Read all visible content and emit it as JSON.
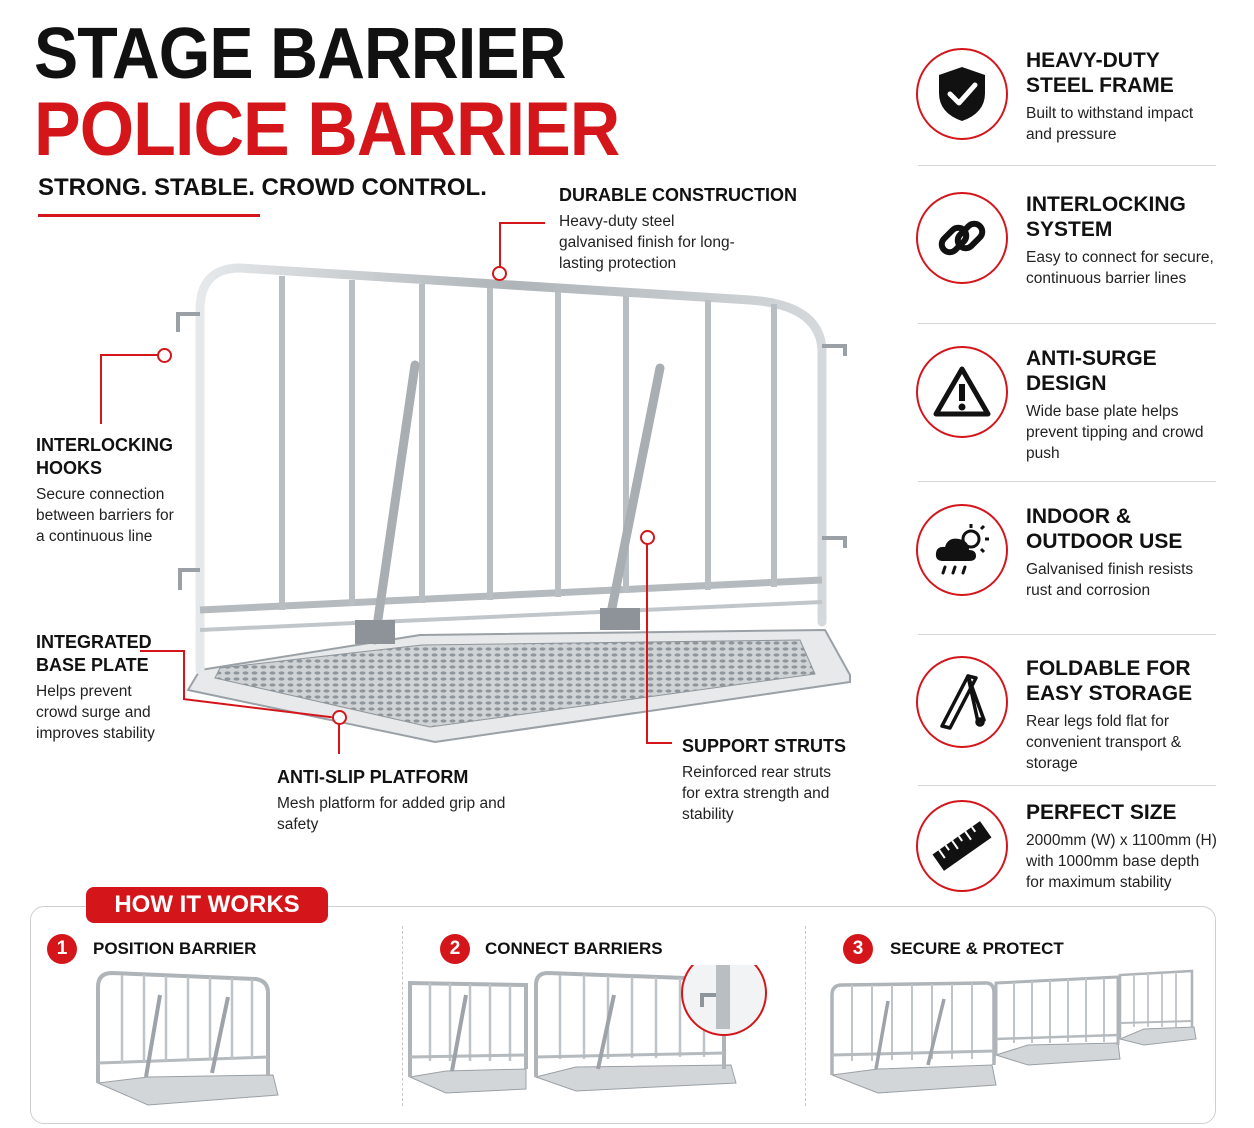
{
  "header": {
    "title_line1": "STAGE BARRIER",
    "title_line2": "POLICE BARRIER",
    "tagline": "STRONG. STABLE. CROWD CONTROL."
  },
  "callouts": {
    "durable": {
      "heading": "DURABLE CONSTRUCTION",
      "text": "Heavy-duty steel galvanised finish for long-lasting protection"
    },
    "hooks": {
      "heading": "INTERLOCKING HOOKS",
      "text": "Secure connection between barriers for a continuous line"
    },
    "base": {
      "heading": "INTEGRATED BASE PLATE",
      "text": "Helps prevent crowd surge and improves stability"
    },
    "platform": {
      "heading": "ANTI-SLIP PLATFORM",
      "text": "Mesh platform for added grip and safety"
    },
    "struts": {
      "heading": "SUPPORT STRUTS",
      "text": "Reinforced rear struts for extra strength and stability"
    }
  },
  "features": [
    {
      "icon": "shield-check-icon",
      "heading": "HEAVY-DUTY STEEL FRAME",
      "text": "Built to withstand impact and pressure"
    },
    {
      "icon": "chain-link-icon",
      "heading": "INTERLOCKING SYSTEM",
      "text": "Easy to connect for secure, continuous barrier lines"
    },
    {
      "icon": "warning-triangle-icon",
      "heading": "ANTI-SURGE DESIGN",
      "text": "Wide base plate helps prevent tipping and crowd push"
    },
    {
      "icon": "weather-icon",
      "heading": "INDOOR & OUTDOOR USE",
      "text": "Galvanised finish resists rust and corrosion"
    },
    {
      "icon": "folded-leg-icon",
      "heading": "FOLDABLE FOR EASY STORAGE",
      "text": "Rear legs fold flat for convenient transport & storage"
    },
    {
      "icon": "ruler-icon",
      "heading": "PERFECT SIZE",
      "text": "2000mm (W) x 1100mm (H) with 1000mm base depth for maximum stability"
    }
  ],
  "how_it_works": {
    "title": "HOW IT WORKS",
    "steps": [
      {
        "number": "1",
        "label": "POSITION BARRIER"
      },
      {
        "number": "2",
        "label": "CONNECT BARRIERS"
      },
      {
        "number": "3",
        "label": "SECURE & PROTECT"
      }
    ]
  },
  "colors": {
    "accent": "#d4161b",
    "text": "#111111",
    "steel": "#b9bec3"
  }
}
